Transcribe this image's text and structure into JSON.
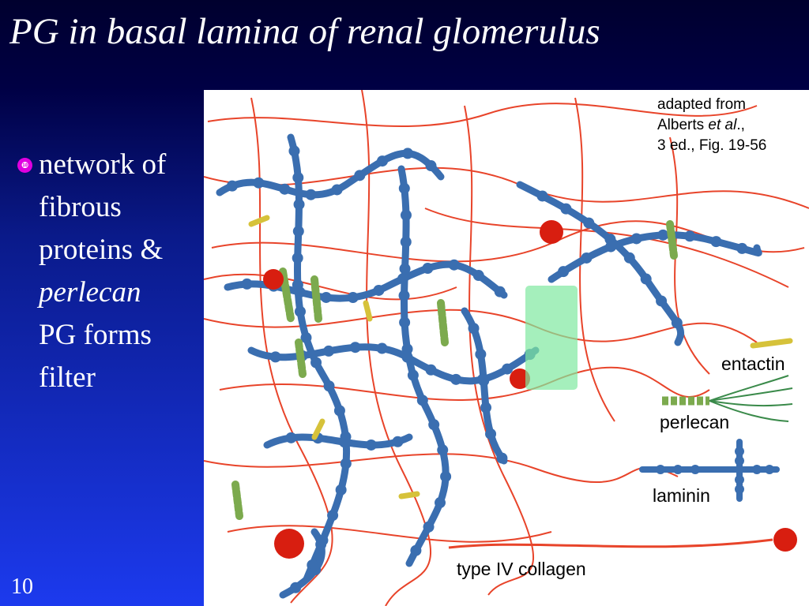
{
  "slide": {
    "title": "PG in basal lamina of renal glomerulus",
    "page_number": "10"
  },
  "bullet": {
    "icon": "bullet-icon",
    "icon_glyph": "❿",
    "line1": "network of",
    "line2": "fibrous",
    "line3": "proteins &",
    "line4": "perlecan",
    "line5": "PG forms",
    "line6": "filter"
  },
  "figure": {
    "credit_line1": "adapted from",
    "credit_line2_plain": "Alberts ",
    "credit_line2_italic": "et al",
    "credit_line2_end": ".,",
    "credit_line3": "3 ed., Fig. 19-56",
    "legend": {
      "entactin": "entactin",
      "perlecan": "perlecan",
      "laminin": "laminin",
      "collagen": "type IV collagen"
    },
    "colors": {
      "collagen": "#e8442a",
      "laminin": "#3a6eb0",
      "perlecan": "#7caa4e",
      "entactin": "#d6c23a",
      "node": "#d81e10",
      "highlight": "#7fe8a0"
    }
  }
}
